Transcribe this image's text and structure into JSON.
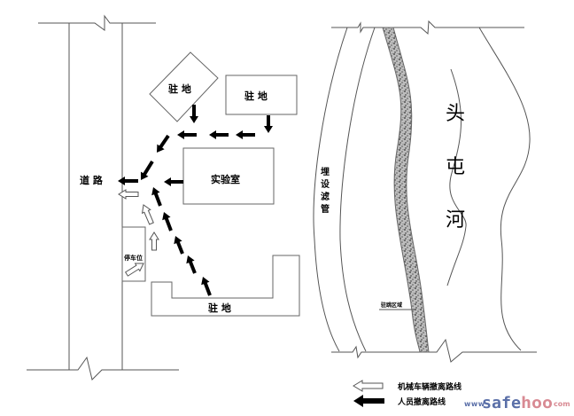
{
  "labels": {
    "road": "道 路",
    "camp_diamond": "驻 地",
    "camp_top_right": "驻 地",
    "camp_bottom": "驻 地",
    "lab": "实验室",
    "parking": "停车位",
    "pipe": [
      "埋",
      "设",
      "滤",
      "管"
    ],
    "river": [
      "头",
      "屯",
      "河"
    ],
    "work_zone": "驻跳区域"
  },
  "legend": {
    "vehicle_route": "机械车辆撤离路线",
    "person_route": "人员撤离路线"
  },
  "watermark": {
    "www": "www",
    "safe": "safe",
    "hoo": "hoo",
    "com": "com"
  },
  "colors": {
    "line": "#555555",
    "arrow": "#000000",
    "band": "#9a9a9a"
  }
}
